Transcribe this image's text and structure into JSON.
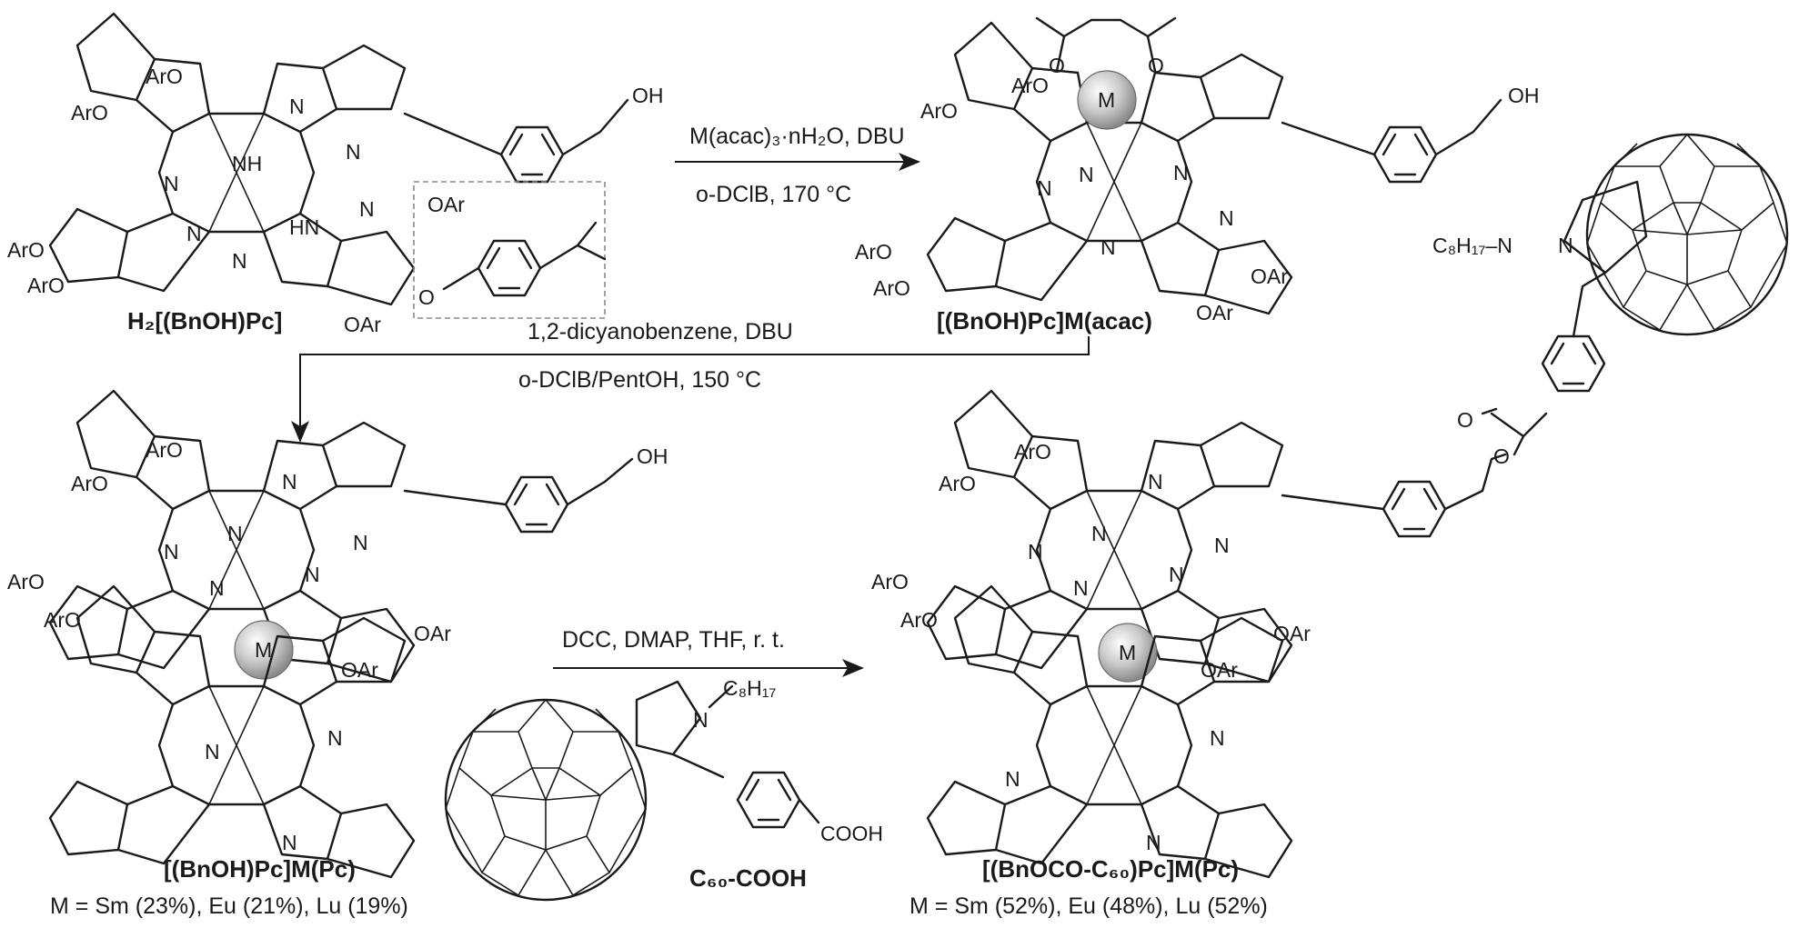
{
  "compounds": {
    "h2pc": {
      "label": "H₂[(BnOH)Pc]"
    },
    "mono": {
      "label": "[(BnOH)Pc]M(acac)"
    },
    "double": {
      "label": "[(BnOH)Pc]M(Pc)",
      "yields": "M = Sm (23%), Eu (21%), Lu (19%)"
    },
    "c60": {
      "label": "C₆₀-COOH"
    },
    "product": {
      "label": "[(BnOCO-C₆₀)Pc]M(Pc)",
      "yields": "M = Sm (52%), Eu (48%), Lu (52%)"
    }
  },
  "steps": {
    "step1": {
      "reagents": "M(acac)₃·nH₂O, DBU",
      "conditions": "o-DClB, 170 °C"
    },
    "step2": {
      "reagents": "1,2-dicyanobenzene, DBU",
      "conditions": "o-DClB/PentOH, 150 °C"
    },
    "step3": {
      "reagents": "DCC, DMAP, THF, r. t."
    }
  },
  "atoms": {
    "aro": "ArO",
    "oar": "OAr",
    "n": "N",
    "nh": "NH",
    "hn": "HN",
    "oh": "OH",
    "m": "M",
    "o": "O",
    "cooh": "COOH",
    "c8h17": "C₈H₁₇",
    "c8h17n": "C₈H₁₇–N"
  },
  "colors": {
    "ink": "#1a1a1a",
    "metal": "#bdbdbd",
    "legend_box": "#888888"
  }
}
